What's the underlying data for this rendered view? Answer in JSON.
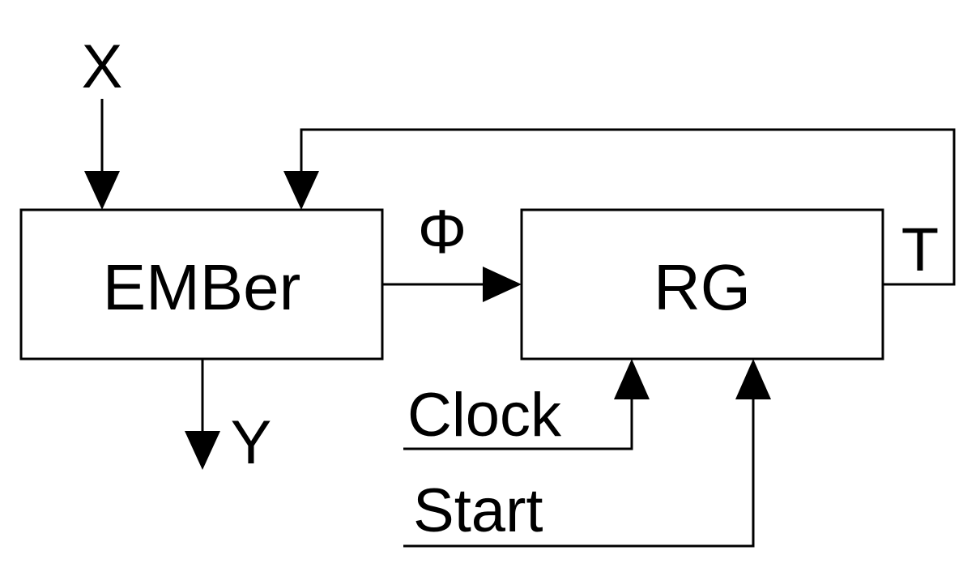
{
  "blocks": {
    "ember": {
      "label": "EMBer"
    },
    "rg": {
      "label": "RG"
    }
  },
  "signals": {
    "input": "X",
    "output": "Y",
    "phi": "Φ",
    "feedback": "T",
    "clock": "Clock",
    "start": "Start"
  },
  "colors": {
    "stroke": "#000000",
    "background": "#ffffff"
  }
}
